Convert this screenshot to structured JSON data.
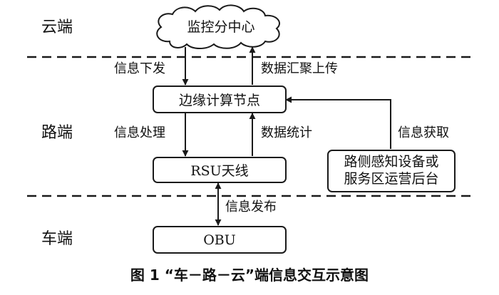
{
  "levels": {
    "cloud": "云端",
    "road": "路端",
    "vehicle": "车端"
  },
  "nodes": {
    "monitor_center": "监控分中心",
    "edge_node": "边缘计算节点",
    "rsu": "RSU天线",
    "obu": "OBU",
    "roadside_line1": "路侧感知设备或",
    "roadside_line2": "服务区运营后台"
  },
  "edges": {
    "info_down": "信息下发",
    "data_upload": "数据汇聚上传",
    "info_process": "信息处理",
    "data_stats": "数据统计",
    "info_acquire": "信息获取",
    "info_publish": "信息发布"
  },
  "caption": "图 1 “车－路－云”端信息交互示意图"
}
